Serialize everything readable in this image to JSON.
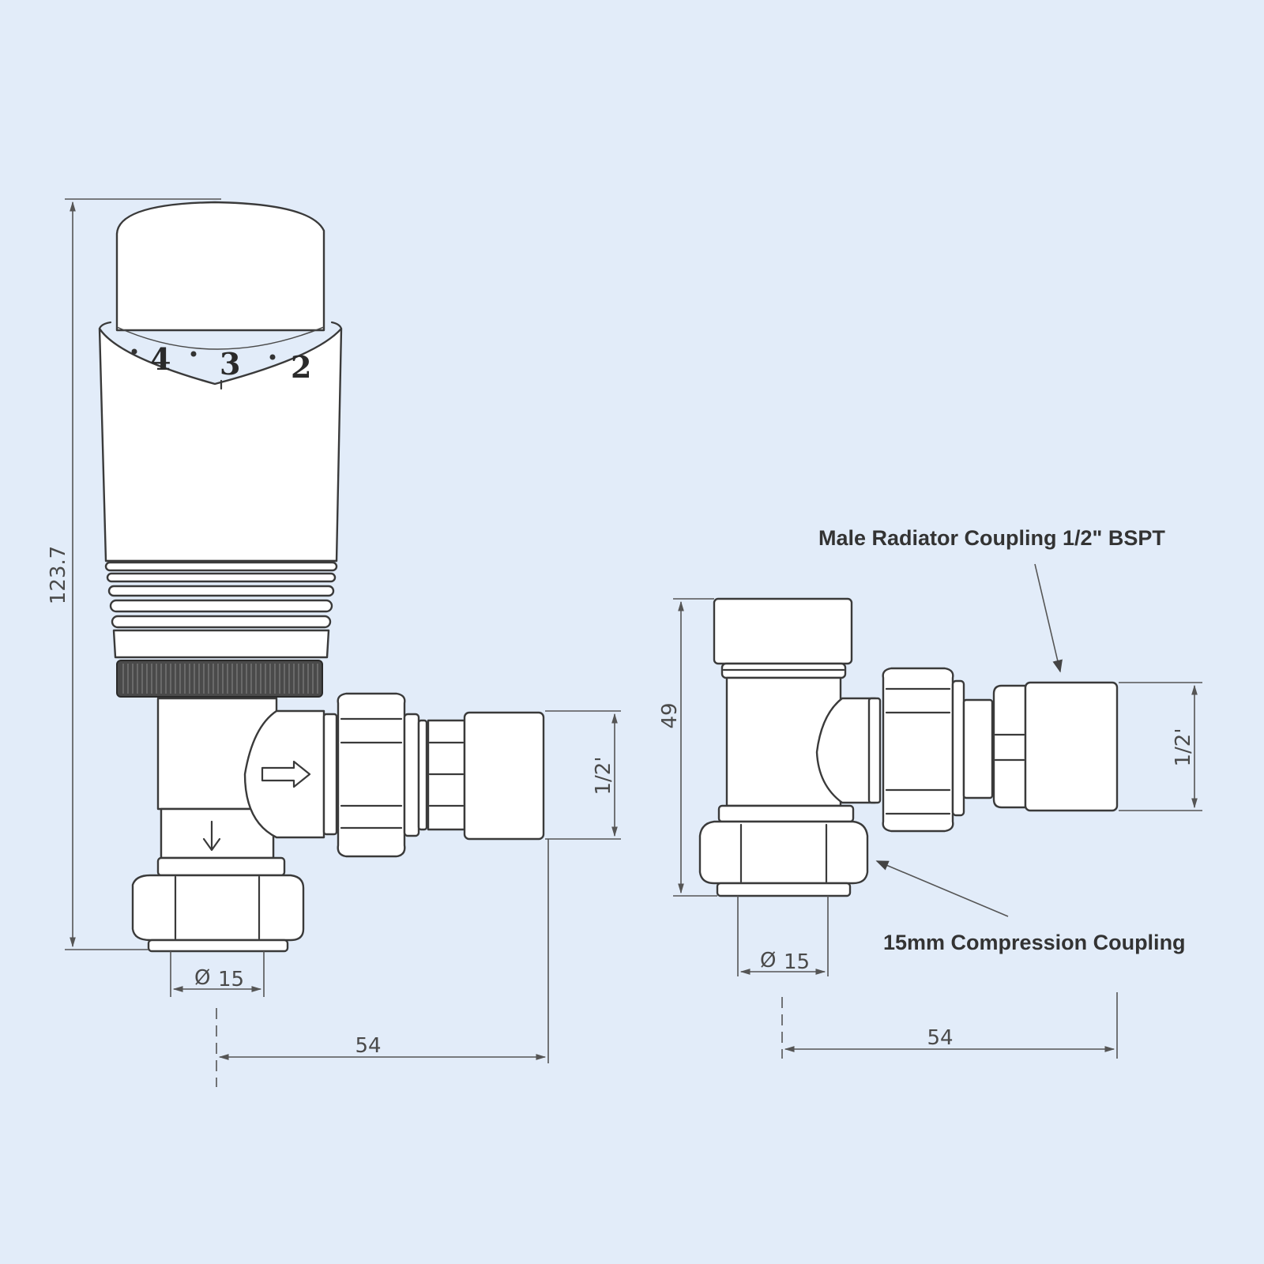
{
  "labels": {
    "male_coupling": "Male Radiator Coupling 1/2\" BSPT",
    "compression_coupling": "15mm Compression Coupling"
  },
  "left_view": {
    "height": "123.7",
    "thread": "1/2'",
    "diameter": "15",
    "width": "54",
    "dial_numbers": [
      "4",
      "3",
      "2"
    ]
  },
  "right_view": {
    "height": "49",
    "thread": "1/2'",
    "diameter": "15",
    "width": "54"
  },
  "colors": {
    "background": "#e2ecf9",
    "line": "#3a3a3a",
    "fill": "#ffffff"
  }
}
